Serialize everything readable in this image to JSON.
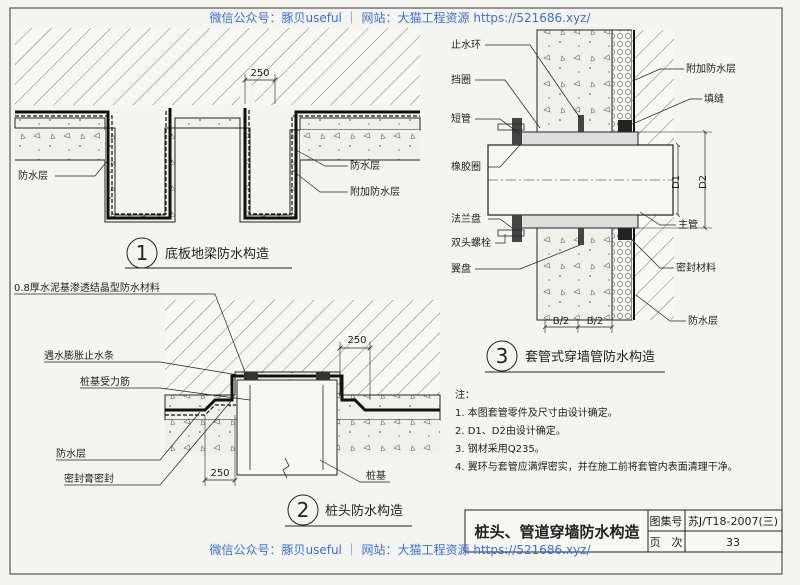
{
  "watermark": {
    "top": "微信公众号：豚贝useful ｜ 网站：大猫工程资源 https://521686.xyz/",
    "bottom": "微信公众号：豚贝useful ｜ 网站：大猫工程资源 https://521686.xyz/"
  },
  "detail1": {
    "number": "1",
    "caption": "底板地梁防水构造",
    "dim": "250",
    "labels": {
      "left_waterproof": "防水层",
      "waterproof": "防水层",
      "additional": "附加防水层"
    }
  },
  "detail2": {
    "number": "2",
    "caption": "桩头防水构造",
    "top_label": "0.8厚水泥基渗透结晶型防水材料",
    "dim_top": "250",
    "dim_bottom": "250",
    "labels": {
      "swelling": "遇水膨胀止水条",
      "rebar": "桩基受力筋",
      "waterproof": "防水层",
      "sealant": "密封膏密封",
      "pile": "桩基"
    }
  },
  "detail3": {
    "number": "3",
    "caption": "套管式穿墙管防水构造",
    "labels": {
      "stop_ring": "止水环",
      "retainer": "挡圈",
      "short_pipe": "短管",
      "rubber_ring": "橡胶圈",
      "flange": "法兰盘",
      "bolt": "双头螺栓",
      "wing": "翼盘",
      "additional": "附加防水层",
      "filler": "填缝",
      "main_pipe": "主管",
      "seal": "密封材料",
      "waterproof": "防水层"
    },
    "d1": "D1",
    "d2": "D2",
    "b1": "B/2",
    "b2": "B/2"
  },
  "notes": {
    "title": "注：",
    "items": [
      "1. 本图套管零件及尺寸由设计确定。",
      "2. D1、D2由设计确定。",
      "3. 钢材采用Q235。",
      "4. 翼环与套管应满焊密实，并在施工前将套管内表面清理干净。"
    ]
  },
  "title_block": {
    "title": "桩头、管道穿墙防水构造",
    "atlas_label": "图集号",
    "atlas_value": "苏J/T18-2007(三)",
    "page_label": "页　次",
    "page_value": "33"
  }
}
